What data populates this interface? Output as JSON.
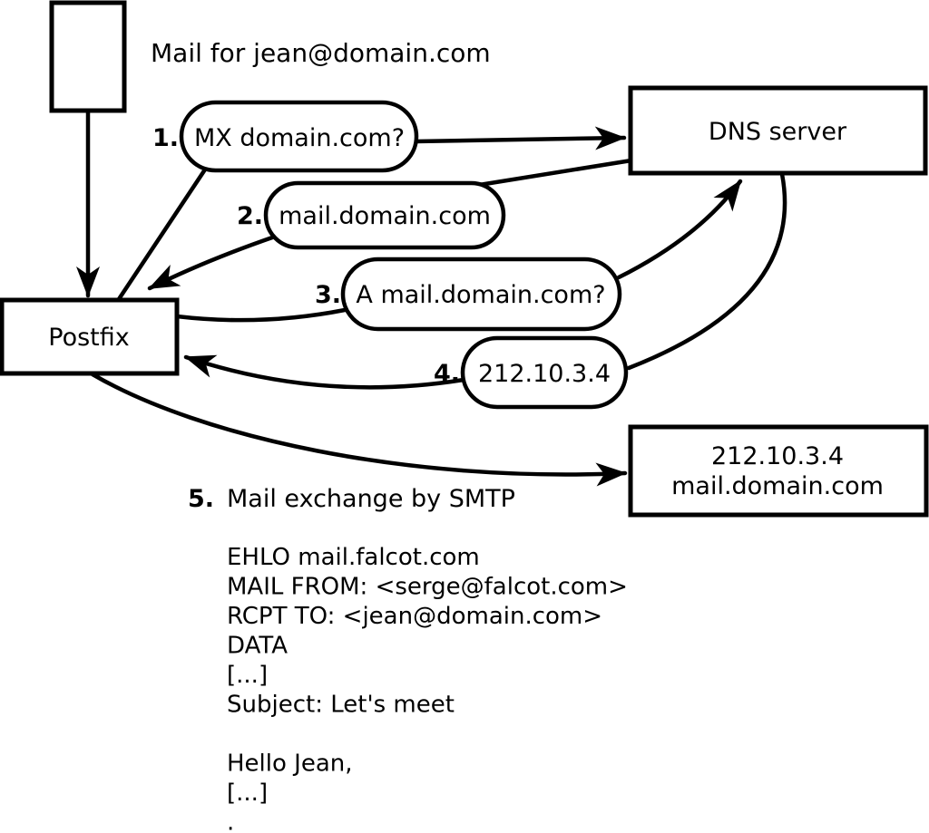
{
  "diagram": {
    "note": "Mail for jean@domain.com",
    "nodes": {
      "postfix": "Postfix",
      "dns_server": "DNS server",
      "mail_server_line1": "212.10.3.4",
      "mail_server_line2": "mail.domain.com"
    },
    "steps": [
      {
        "num": "1.",
        "label": "MX domain.com?"
      },
      {
        "num": "2.",
        "label": "mail.domain.com"
      },
      {
        "num": "3.",
        "label": "A mail.domain.com?"
      },
      {
        "num": "4.",
        "label": "212.10.3.4"
      },
      {
        "num": "5.",
        "label": "Mail exchange by SMTP"
      }
    ],
    "smtp_session": {
      "lines": [
        "EHLO mail.falcot.com",
        "MAIL FROM: <serge@falcot.com>",
        "RCPT TO: <jean@domain.com>",
        "DATA",
        "[...]",
        "Subject: Let's meet",
        "",
        "Hello Jean,",
        "[...]",
        "."
      ]
    },
    "colors": {
      "stroke": "#000000",
      "background": "#ffffff"
    }
  }
}
